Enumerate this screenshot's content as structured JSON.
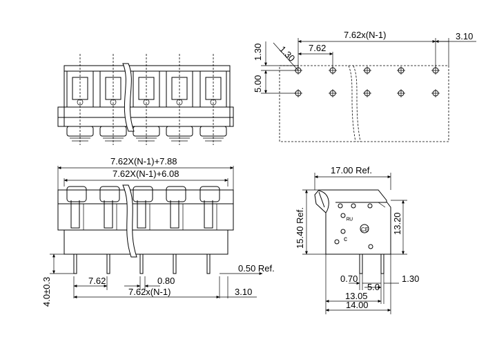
{
  "dimensions": {
    "top_pitch_n": "7.62x(N-1)",
    "top_right_310": "3.10",
    "top_762": "7.62",
    "top_130_v": "1.30",
    "top_130_diag": "1.30",
    "top_500": "5.00",
    "front_total": "7.62X(N-1)+7.88",
    "front_inner": "7.62X(N-1)+6.08",
    "pin_length": "4.0±0.3",
    "pin_width": "0.50 Ref.",
    "bottom_762": "7.62",
    "bottom_080": "0.80",
    "bottom_pitch_n": "7.62x(N-1)",
    "bottom_310": "3.10",
    "side_width_ref": "17.00 Ref.",
    "side_height_ref": "15.40 Ref.",
    "side_1320": "13.20",
    "side_070": "0.70",
    "side_50": "5.0",
    "side_130": "1.30",
    "side_1305": "13.05",
    "side_1400": "14.00"
  },
  "side_marks": {
    "ul_mark": "ᴿᵁ",
    "ce_mark": "CE",
    "rohs_mark": "c"
  }
}
